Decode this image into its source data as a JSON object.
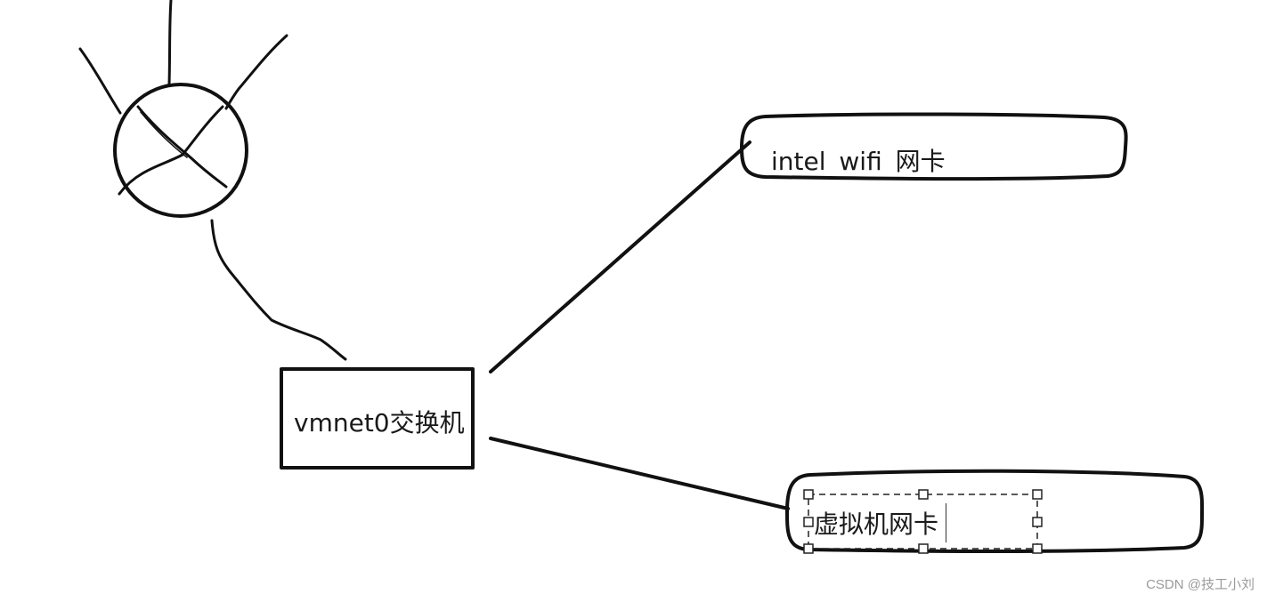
{
  "diagram": {
    "switch_label": "vmnet0交换机",
    "wifi_nic_label": "intel  wifi 网卡",
    "vm_nic_label": "虚拟机网卡"
  },
  "watermark": "CSDN @技工小刘",
  "colors": {
    "stroke": "#111111",
    "background": "#ffffff",
    "watermark": "#9a9a9a"
  }
}
